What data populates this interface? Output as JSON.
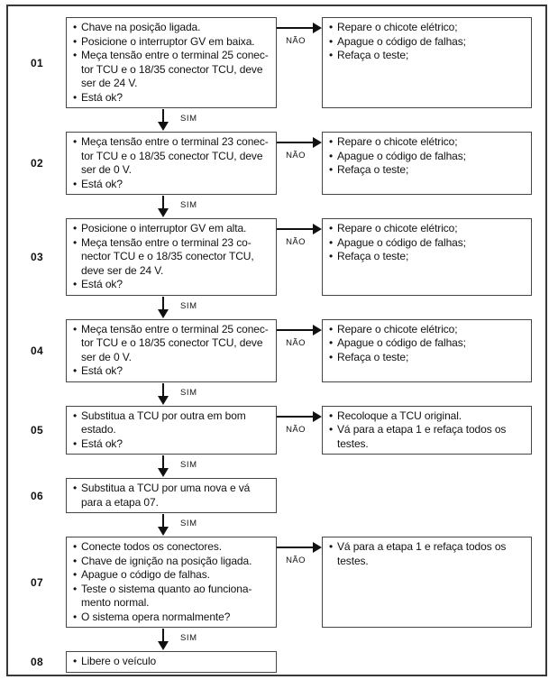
{
  "labels": {
    "sim": "SIM",
    "nao": "NÃO"
  },
  "colors": {
    "frame_border": "#383838",
    "box_border": "#454545",
    "text": "#111111",
    "background": "#ffffff"
  },
  "rows": [
    {
      "step": "01",
      "left": [
        "Chave na posição ligada.",
        "Posicione o interruptor GV em baixa.",
        "Meça tensão entre o terminal 25 conec-\ntor TCU e o 18/35 conector TCU, deve\nser de 24 V.",
        "Está ok?"
      ],
      "right": [
        "Repare o chicote elétrico;",
        "Apague o código de falhas;",
        "Refaça o teste;"
      ],
      "sim_after": true
    },
    {
      "step": "02",
      "left": [
        "Meça tensão entre o terminal 23 conec-\ntor TCU e o 18/35 conector TCU, deve\nser de 0 V.",
        "Está ok?"
      ],
      "right": [
        "Repare o chicote elétrico;",
        "Apague o código de falhas;",
        "Refaça o teste;"
      ],
      "sim_after": true
    },
    {
      "step": "03",
      "left": [
        "Posicione o interruptor GV em alta.",
        "Meça tensão entre o terminal 23 co-\nnector TCU e o 18/35 conector TCU,\ndeve ser de 24 V.",
        "Está ok?"
      ],
      "right": [
        "Repare o chicote elétrico;",
        "Apague o código de falhas;",
        "Refaça o teste;"
      ],
      "sim_after": true
    },
    {
      "step": "04",
      "left": [
        "Meça tensão entre o terminal 25 conec-\ntor TCU e o 18/35 conector TCU, deve\nser de 0 V.",
        "Está ok?"
      ],
      "right": [
        "Repare o chicote elétrico;",
        "Apague o código de falhas;",
        "Refaça o teste;"
      ],
      "sim_after": true
    },
    {
      "step": "05",
      "left": [
        "Substitua a TCU por outra em bom\nestado.",
        "Está ok?"
      ],
      "right": [
        "Recoloque a TCU original.",
        "Vá para a etapa 1 e refaça todos os\ntestes."
      ],
      "sim_after": true
    },
    {
      "step": "06",
      "left": [
        "Substitua a TCU por uma nova e vá\npara a etapa 07."
      ],
      "right": null,
      "sim_after": true
    },
    {
      "step": "07",
      "left": [
        "Conecte todos os conectores.",
        "Chave de ignição na posição ligada.",
        "Apague o código de falhas.",
        "Teste o sistema quanto ao funciona-\nmento normal.",
        "O sistema opera normalmente?"
      ],
      "right": [
        "Vá para a etapa 1 e refaça todos os\ntestes."
      ],
      "sim_after": true
    },
    {
      "step": "08",
      "left": [
        "Libere o veículo"
      ],
      "right": null,
      "sim_after": false
    }
  ]
}
